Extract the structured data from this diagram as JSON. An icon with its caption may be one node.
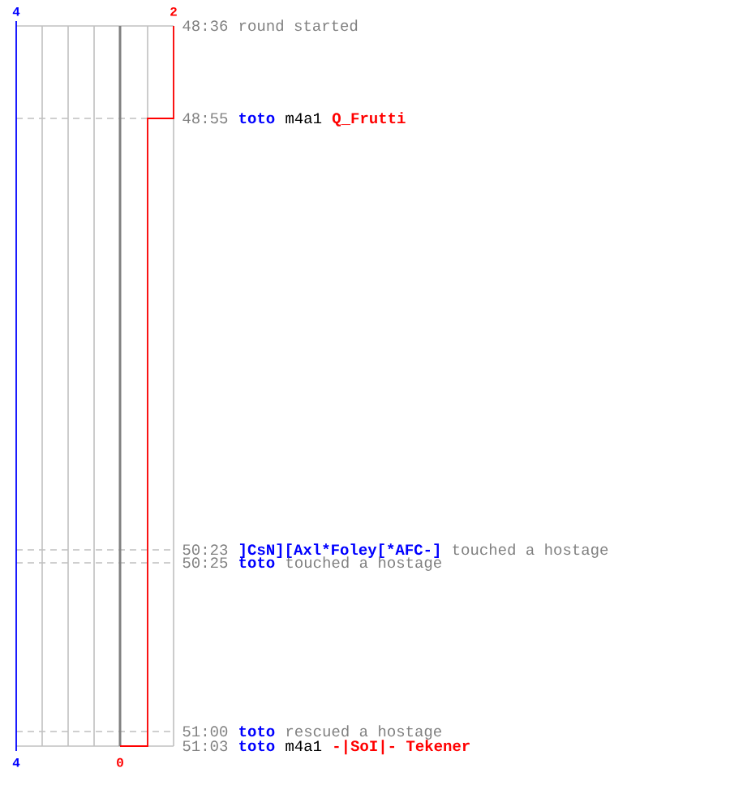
{
  "diagram": {
    "labels": [
      "4",
      "2",
      "48:36",
      "round started",
      "48:55",
      "toto",
      "m4a1",
      "Q_Frutti",
      "50:23",
      "]CsN][Axl*Foley[*AFC-]",
      "touched a hostage",
      "50:25",
      "toto",
      "touched a hostage",
      "51:00",
      "toto",
      "rescued a hostage",
      "51:03",
      "toto",
      "m4a1",
      "-|SoI|- Tekener",
      "4",
      "0"
    ]
  }
}
